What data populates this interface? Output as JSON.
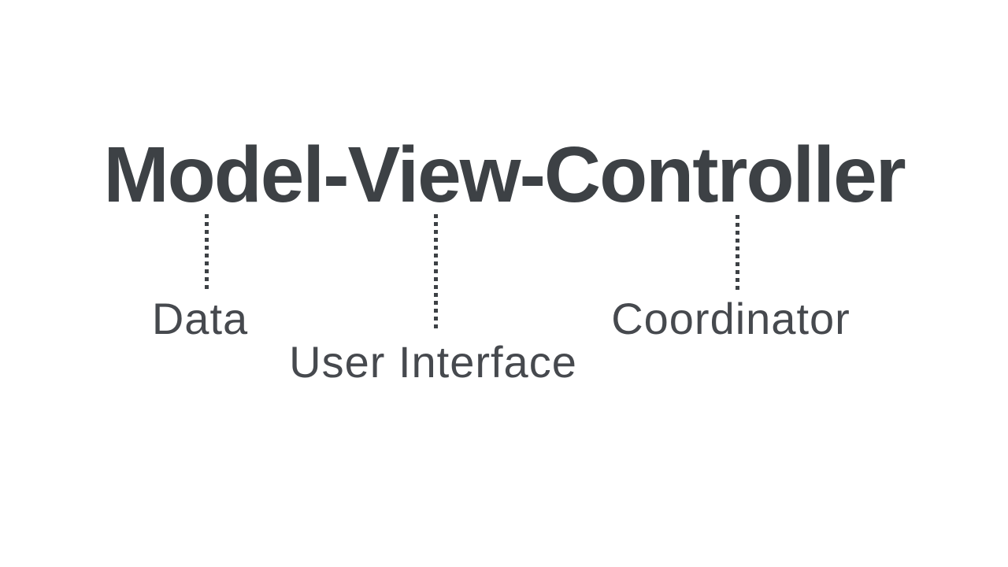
{
  "slide": {
    "title": "Model-View-Controller",
    "background_color": "#ffffff",
    "title_color": "#3d4145",
    "label_color": "#46494e",
    "connector_style": "dotted",
    "annotations": [
      {
        "term": "Model",
        "label": "Data"
      },
      {
        "term": "View",
        "label": "User Interface"
      },
      {
        "term": "Controller",
        "label": "Coordinator"
      }
    ]
  }
}
